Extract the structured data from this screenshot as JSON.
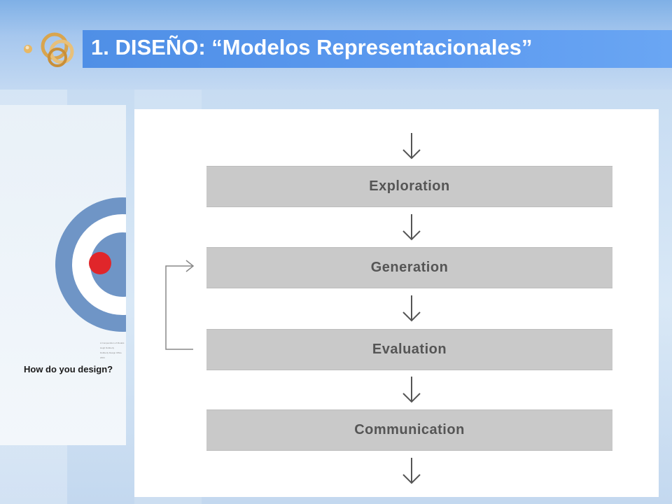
{
  "slide": {
    "title": "1. DISEÑO: “Modelos Representacionales”"
  },
  "left_slide": {
    "heading": "How do you design?",
    "fine_print": [
      "A Compendium of Models",
      "Hugh Dubberly",
      "Dubberly Design Office",
      "2004"
    ]
  },
  "diagram": {
    "steps": [
      "Exploration",
      "Generation",
      "Evaluation",
      "Communication"
    ],
    "loop": {
      "from": "Evaluation",
      "to": "Generation"
    }
  },
  "icons": {
    "logo": "interlocking-rings-logo",
    "arrow": "down-arrow-icon",
    "loop_arrow": "loop-back-arrow-icon"
  },
  "colors": {
    "title_bar": "#5c9af0",
    "step_fill": "#c9c9c9",
    "step_text": "#555555",
    "target_outer": "#6f95c6",
    "target_center": "#e0262a"
  }
}
